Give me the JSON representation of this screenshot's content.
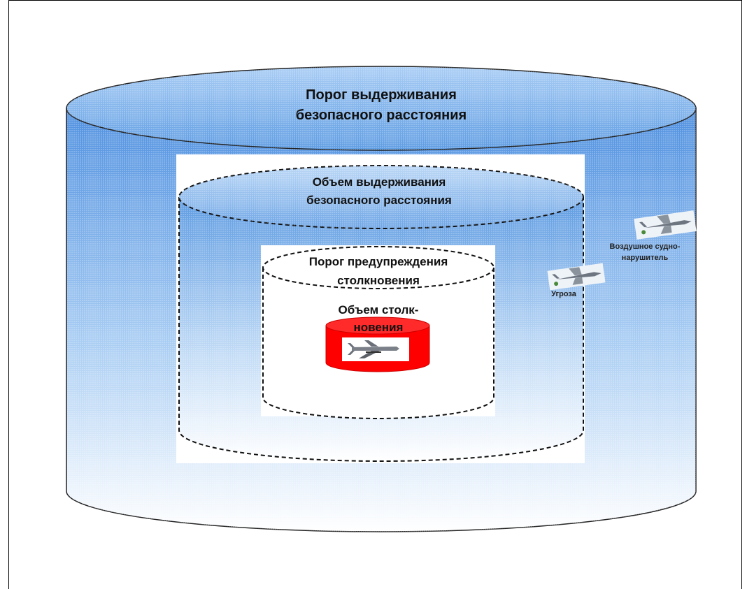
{
  "outer_cylinder": {
    "line1": "Порог выдерживания",
    "line2": "безопасного расстояния"
  },
  "safe_volume": {
    "line1": "Объем выдерживания",
    "line2": "безопасного расстояния"
  },
  "warning_threshold": {
    "line1": "Порог предупреждения",
    "line2": "столкновения"
  },
  "collision_volume": {
    "line1": "Объем столк-",
    "line2": "новения"
  },
  "intruder": {
    "line1": "Воздушное судно-",
    "line2": "нарушитель"
  },
  "threat": {
    "label": "Угроза"
  },
  "colors": {
    "cylinder_blue": "#5b9ae0",
    "cylinder_light": "#ffffff",
    "collision_red": "#ff0000"
  },
  "icons": [
    "intruder-aircraft-icon",
    "threat-aircraft-icon",
    "uav-icon"
  ]
}
